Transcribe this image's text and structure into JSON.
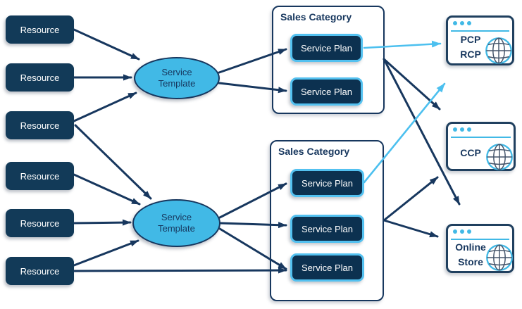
{
  "colors": {
    "navy": "#17375E",
    "resource_fill": "#123A58",
    "plan_fill": "#0C3150",
    "accent_blue": "#41B9E6",
    "plan_border_blue": "#53C1F0",
    "arrow_blue": "#4CC0EF",
    "globe_grid": "#44546A",
    "background": "#FFFFFF",
    "node_text": "#FFFFFF"
  },
  "nodes": {
    "resources": [
      "Resource",
      "Resource",
      "Resource",
      "Resource",
      "Resource",
      "Resource"
    ],
    "templates": [
      "Service Template",
      "Service Template"
    ]
  },
  "categories": [
    {
      "title": "Sales Category",
      "plans": [
        "Service Plan",
        "Service Plan"
      ]
    },
    {
      "title": "Sales Category",
      "plans": [
        "Service Plan",
        "Service Plan",
        "Service Plan"
      ]
    }
  ],
  "portals": [
    {
      "lines": [
        "PCP",
        "RCP"
      ]
    },
    {
      "lines": [
        "CCP"
      ]
    },
    {
      "lines": [
        "Online",
        "Store"
      ]
    }
  ],
  "icons": {
    "portal_window": "browser-window-icon",
    "portal_controls": "window-dots-icon",
    "portal_globe": "globe-icon"
  }
}
